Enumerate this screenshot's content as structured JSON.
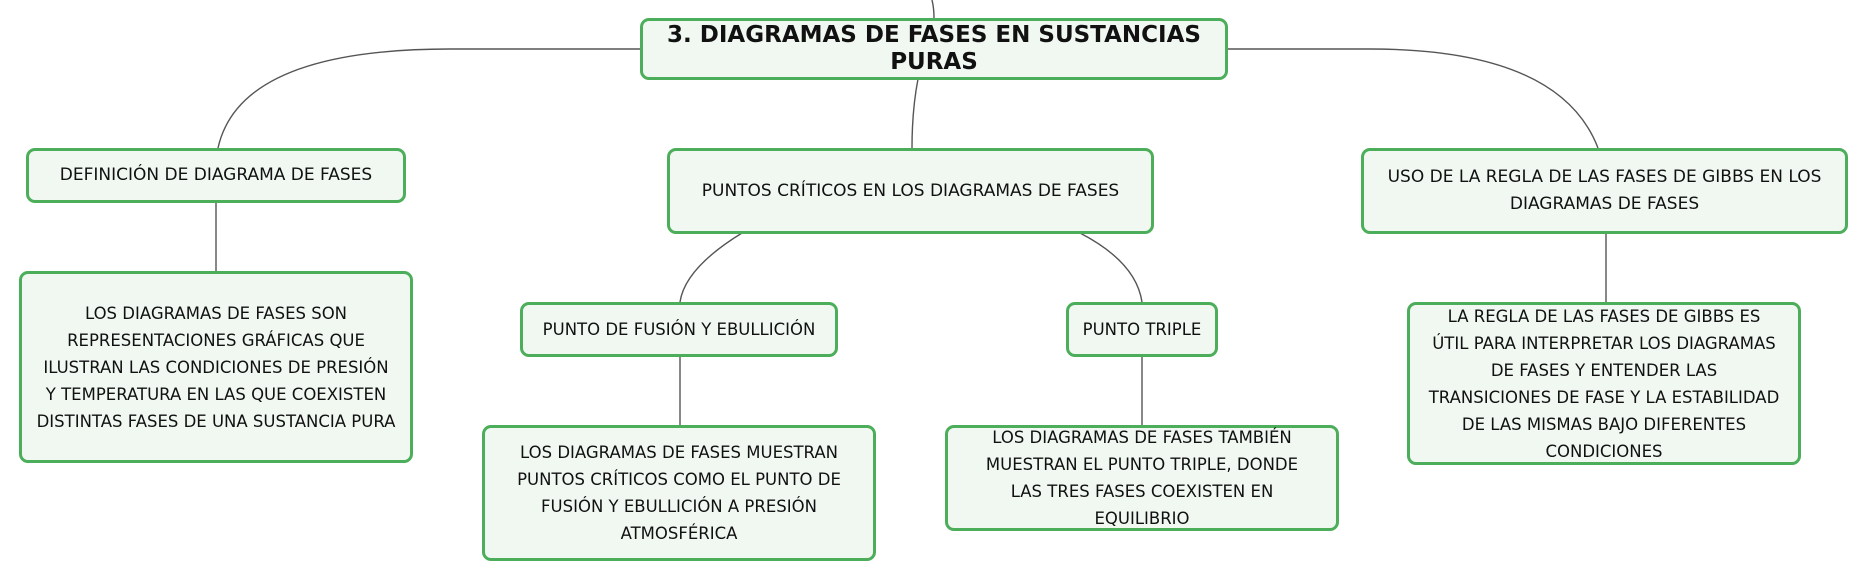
{
  "colors": {
    "node_border": "#4cae5a",
    "node_fill": "#f1f8f2",
    "connector": "#555555"
  },
  "root": {
    "title": "3. DIAGRAMAS DE FASES EN SUSTANCIAS PURAS"
  },
  "branches": [
    {
      "label": "DEFINICIÓN DE DIAGRAMA DE FASES",
      "detail": "LOS DIAGRAMAS DE FASES SON REPRESENTACIONES GRÁFICAS QUE ILUSTRAN LAS CONDICIONES DE PRESIÓN Y TEMPERATURA EN LAS QUE COEXISTEN DISTINTAS FASES DE UNA SUSTANCIA PURA"
    },
    {
      "label": "PUNTOS CRÍTICOS EN LOS DIAGRAMAS DE FASES",
      "children": [
        {
          "label": "PUNTO DE FUSIÓN Y EBULLICIÓN",
          "detail": "LOS DIAGRAMAS DE FASES MUESTRAN PUNTOS CRÍTICOS COMO EL PUNTO DE FUSIÓN Y EBULLICIÓN A PRESIÓN ATMOSFÉRICA"
        },
        {
          "label": "PUNTO TRIPLE",
          "detail": "LOS DIAGRAMAS DE FASES TAMBIÉN MUESTRAN EL PUNTO TRIPLE, DONDE LAS TRES FASES COEXISTEN EN EQUILIBRIO"
        }
      ]
    },
    {
      "label": "USO DE LA REGLA DE LAS FASES DE GIBBS EN LOS DIAGRAMAS DE FASES",
      "detail": "LA REGLA DE LAS FASES DE GIBBS ES ÚTIL PARA INTERPRETAR LOS DIAGRAMAS DE FASES Y ENTENDER LAS TRANSICIONES DE FASE Y LA ESTABILIDAD DE LAS MISMAS BAJO DIFERENTES CONDICIONES"
    }
  ]
}
